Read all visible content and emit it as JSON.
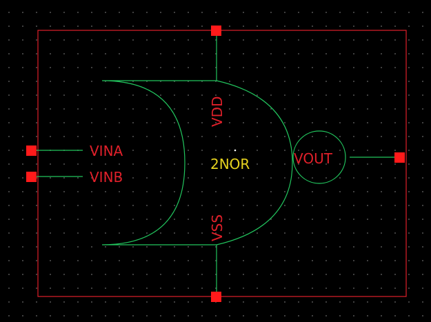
{
  "symbol": {
    "name": "2NOR",
    "colors": {
      "boundary": "#e0202a",
      "wire": "#22c55e",
      "pin": "#ff1a1a",
      "pin_label": "#e0202a",
      "cell_name": "#e6d21e",
      "grid_dot": "#4a4a4a",
      "background": "#000000"
    }
  },
  "pins": {
    "vdd": "VDD",
    "vss": "VSS",
    "vina": "VINA",
    "vinb": "VINB",
    "vout": "VOUT"
  }
}
